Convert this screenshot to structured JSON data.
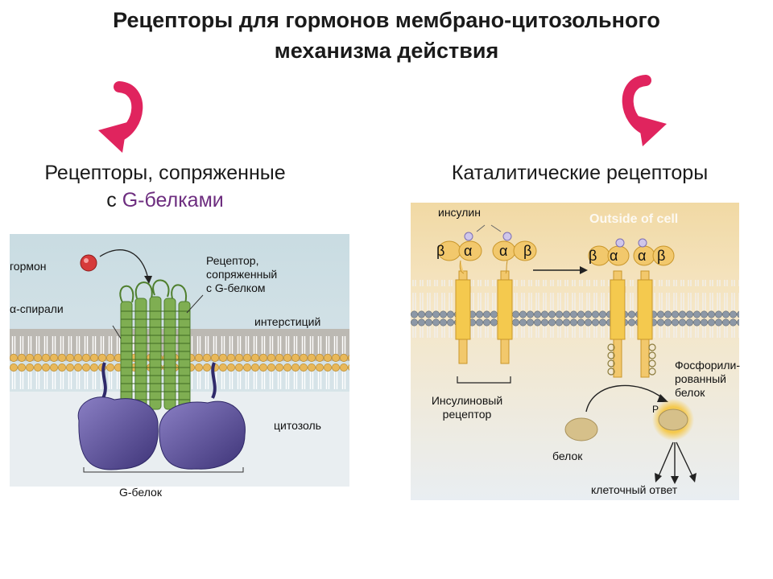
{
  "title": {
    "line1": "Рецепторы для гормонов мембрано-цитозольного",
    "line2": "механизма действия"
  },
  "colors": {
    "arrow": "#e0245e",
    "accent_text": "#6d2d7f",
    "g_protein": "#5b4f9a",
    "helix": "#5c8a3c"
  },
  "left": {
    "heading_line1": "Рецепторы, сопряженные",
    "heading_prefix": "с ",
    "heading_accent": "G-белками",
    "labels": {
      "hormone": "гормон",
      "helices": "-спирали",
      "alpha": "α",
      "receptor_l1": "Рецептор,",
      "receptor_l2": "сопряженный",
      "receptor_l3": "с G-белком",
      "interstitium": "интерстиций",
      "cytosol": "цитозоль",
      "g_protein": "G-белок"
    }
  },
  "right": {
    "heading": "Каталитические рецепторы",
    "labels": {
      "insulin": "инсулин",
      "outside": "Outside of cell",
      "beta": "β",
      "alpha": "α",
      "receptor_l1": "Инсулиновый",
      "receptor_l2": "рецептор",
      "phos_l1": "Фосфорили-",
      "phos_l2": "рованный",
      "phos_l3": "белок",
      "protein": "белок",
      "p": "P",
      "response": "клеточный ответ"
    }
  }
}
